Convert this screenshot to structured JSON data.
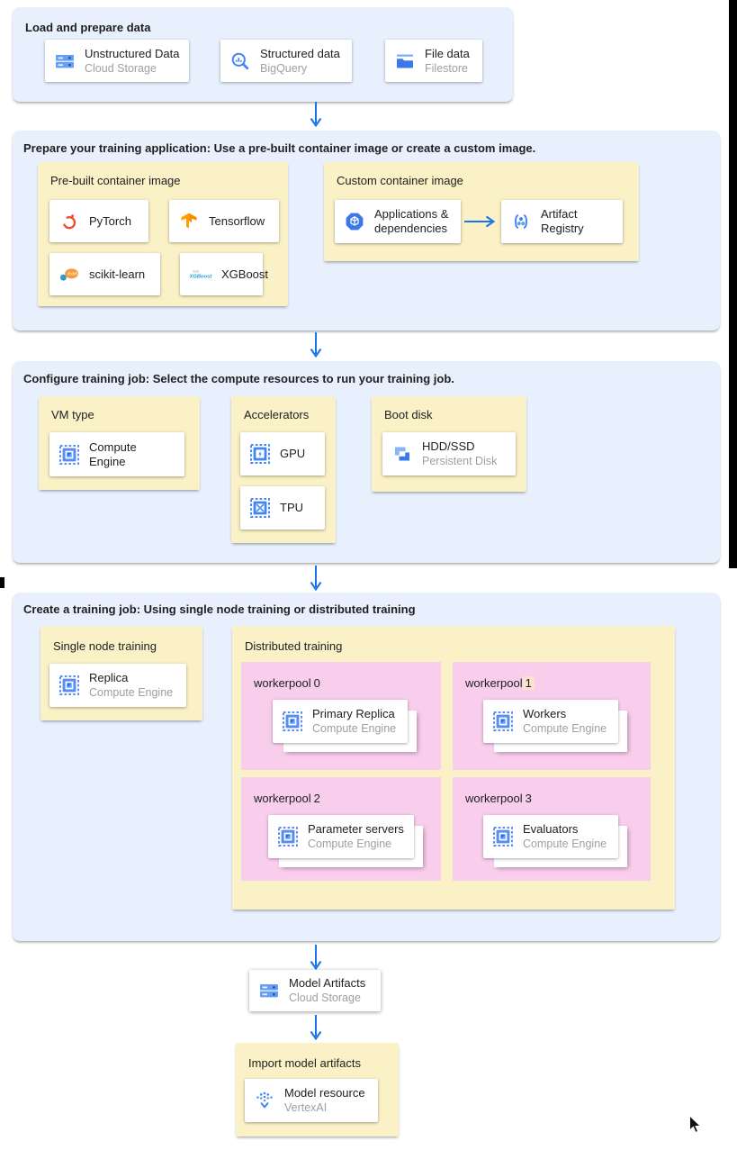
{
  "colors": {
    "section_bg": "#E8F0FE",
    "group_bg": "#FAF1C6",
    "pool_bg": "#F9CDEC",
    "arrow": "#1A73E8",
    "title_text": "#202124",
    "subtitle_text": "#9AA0A6",
    "num_highlight": "#FAE2CF"
  },
  "icons": {
    "cloud-storage-icon": "two stacked blue storage bars",
    "bigquery-icon": "magnifier with bar chart",
    "filestore-icon": "blue folder with shelf line",
    "pytorch-icon": "orange flame circle",
    "tensorflow-icon": "orange TF logo",
    "scikit-learn-icon": "orange ellipse with blue dot",
    "xgboost-icon": "blue XGBoost wordmark",
    "applications-icon": "blue octagon with white cube",
    "artifact-registry-icon": "brackets with three dots",
    "compute-engine-icon": "blue chip",
    "gpu-icon": "chip with lightning bolt",
    "tpu-icon": "chip with pinwheel",
    "persistent-disk-icon": "two-tone stacked blocks",
    "vertex-ai-icon": "dot columns with down arrow",
    "cursor-icon": "black mouse pointer"
  },
  "load": {
    "title": "Load and prepare data",
    "cards": [
      {
        "title": "Unstructured Data",
        "subtitle": "Cloud Storage"
      },
      {
        "title": "Structured data",
        "subtitle": "BigQuery"
      },
      {
        "title": "File data",
        "subtitle": "Filestore"
      }
    ]
  },
  "prepare": {
    "title": "Prepare your training application: Use a pre-built container image or create a custom image.",
    "prebuilt": {
      "label": "Pre-built container image",
      "cards": [
        {
          "title": "PyTorch"
        },
        {
          "title": "Tensorflow"
        },
        {
          "title": "scikit-learn"
        },
        {
          "title": "XGBoost"
        }
      ]
    },
    "custom": {
      "label": "Custom container image",
      "source_card": {
        "title": "Applications & dependencies"
      },
      "target_card": {
        "title": "Artifact Registry"
      }
    }
  },
  "configure": {
    "title": "Configure training job: Select the compute resources to run your training job.",
    "vm": {
      "label": "VM type",
      "card": {
        "title": "Compute Engine"
      }
    },
    "accelerators": {
      "label": "Accelerators",
      "cards": [
        {
          "title": "GPU"
        },
        {
          "title": "TPU"
        }
      ]
    },
    "boot": {
      "label": "Boot disk",
      "card": {
        "title": "HDD/SSD",
        "subtitle": "Persistent Disk"
      }
    }
  },
  "create": {
    "title": "Create a training job: Using single node training or distributed training",
    "single": {
      "label": "Single node training",
      "card": {
        "title": "Replica",
        "subtitle": "Compute Engine"
      }
    },
    "distributed": {
      "label": "Distributed training",
      "pools": [
        {
          "label": "workerpool",
          "num": "0",
          "card": {
            "title": "Primary Replica",
            "subtitle": "Compute Engine"
          }
        },
        {
          "label": "workerpool",
          "num": "1",
          "card": {
            "title": "Workers",
            "subtitle": "Compute Engine"
          }
        },
        {
          "label": "workerpool",
          "num": "2",
          "card": {
            "title": "Parameter servers",
            "subtitle": "Compute Engine"
          }
        },
        {
          "label": "workerpool",
          "num": "3",
          "card": {
            "title": "Evaluators",
            "subtitle": "Compute Engine"
          }
        }
      ]
    }
  },
  "outputs": {
    "artifacts_card": {
      "title": "Model Artifacts",
      "subtitle": "Cloud Storage"
    },
    "import_box": {
      "label": "Import model artifacts",
      "card": {
        "title": "Model resource",
        "subtitle": "VertexAI"
      }
    }
  }
}
